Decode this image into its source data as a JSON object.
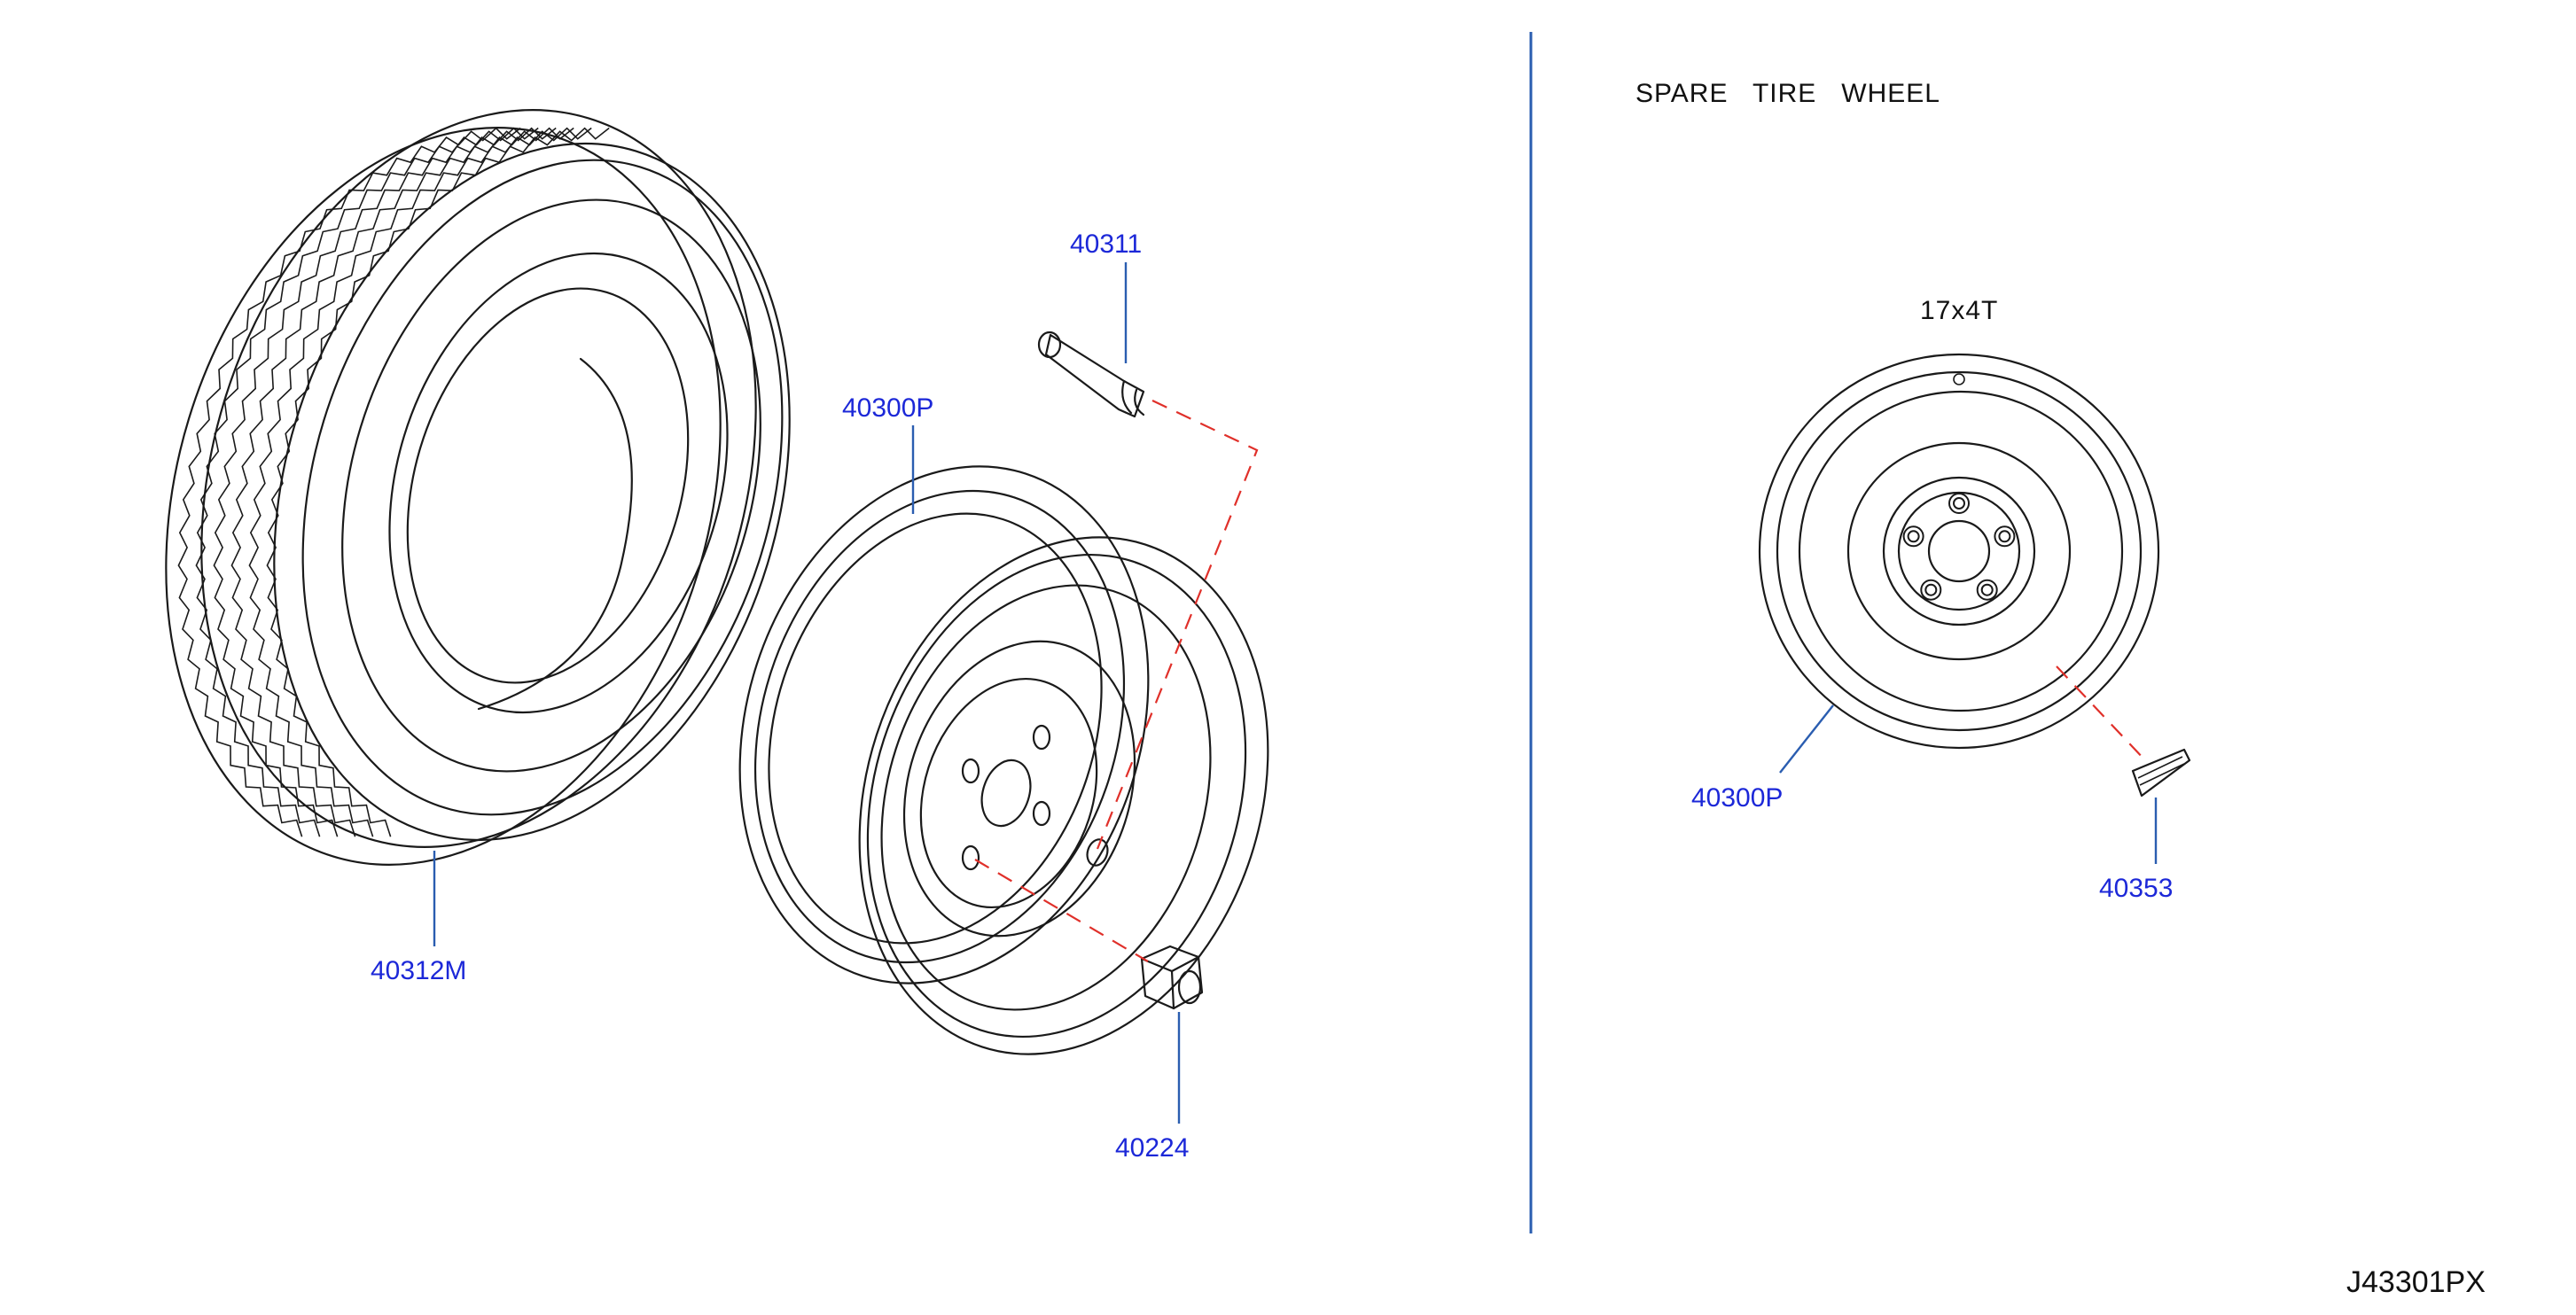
{
  "section_title": "SPARE   TIRE   WHEEL",
  "wheel_size": "17x4T",
  "drawing_code": "J43301PX",
  "parts": {
    "valve": "40311",
    "wheel_main": "40300P",
    "tire": "40312M",
    "nut": "40224",
    "wheel_spare": "40300P",
    "balance_weight": "40353"
  },
  "colors": {
    "part_number": "#1c28d8",
    "leader_line": "#2a5db0",
    "hidden_link": "#e0302a",
    "outline": "#1a1a1a"
  }
}
